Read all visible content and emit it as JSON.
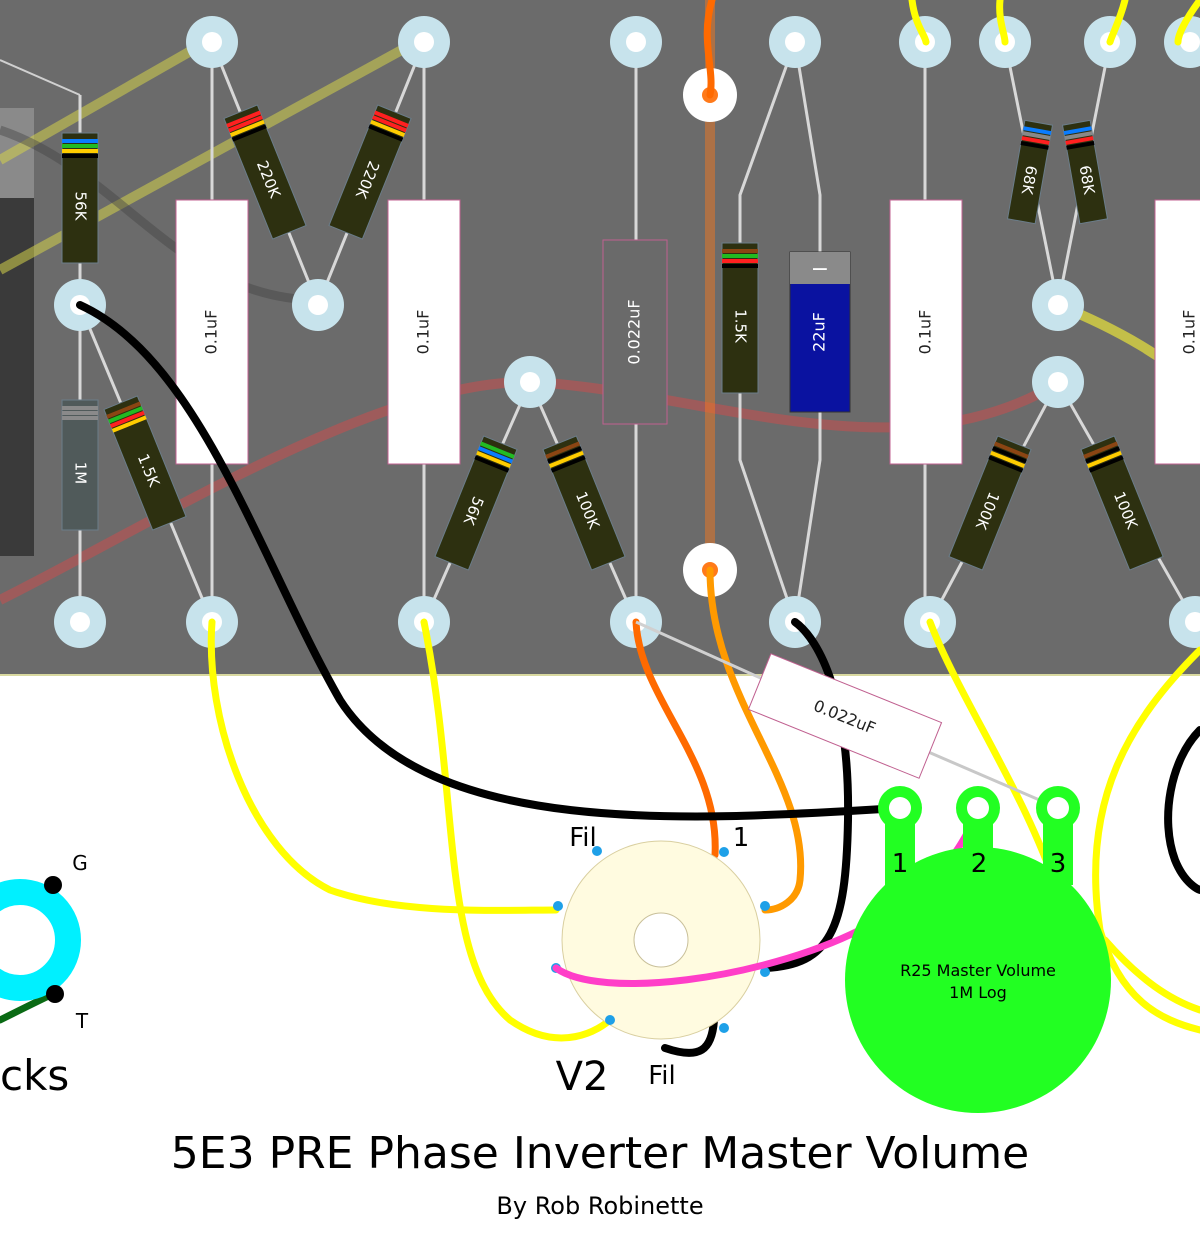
{
  "title": "5E3 PRE Phase Inverter Master Volume",
  "subtitle": "By Rob Robinette",
  "jacks_label": "cks",
  "jack_pins": {
    "ground": "G",
    "tip": "T"
  },
  "tube": {
    "name": "V2",
    "fil_top": "Fil",
    "fil_bottom": "Fil",
    "pin1": "1"
  },
  "pot": {
    "name": "R25 Master Volume",
    "value": "1M Log",
    "pins": [
      "1",
      "2",
      "3"
    ]
  },
  "resistors": [
    "56K",
    "1M",
    "1.5K",
    "220K",
    "220K",
    "56K",
    "100K",
    "1.5K",
    "68K",
    "68K",
    "100K",
    "100K"
  ],
  "capacitors": [
    "0.1uF",
    "0.1uF",
    "0.022uF",
    "22uF",
    "0.1uF",
    "0.1uF",
    "0.022uF"
  ],
  "electrolytic_polarity": "−",
  "colors": {
    "board": "#6b6b6b",
    "eyelet": "#c7e3ec",
    "wire_black": "#000000",
    "wire_yellow": "#ffff00",
    "wire_orange": "#ff6a00",
    "wire_orange_light": "#ff9a00",
    "wire_pink": "#ff3ec8",
    "pot_green": "#22ff22",
    "socket": "#fffbe0",
    "jack": "#00f0ff",
    "electrolytic": "#0a12a0"
  }
}
